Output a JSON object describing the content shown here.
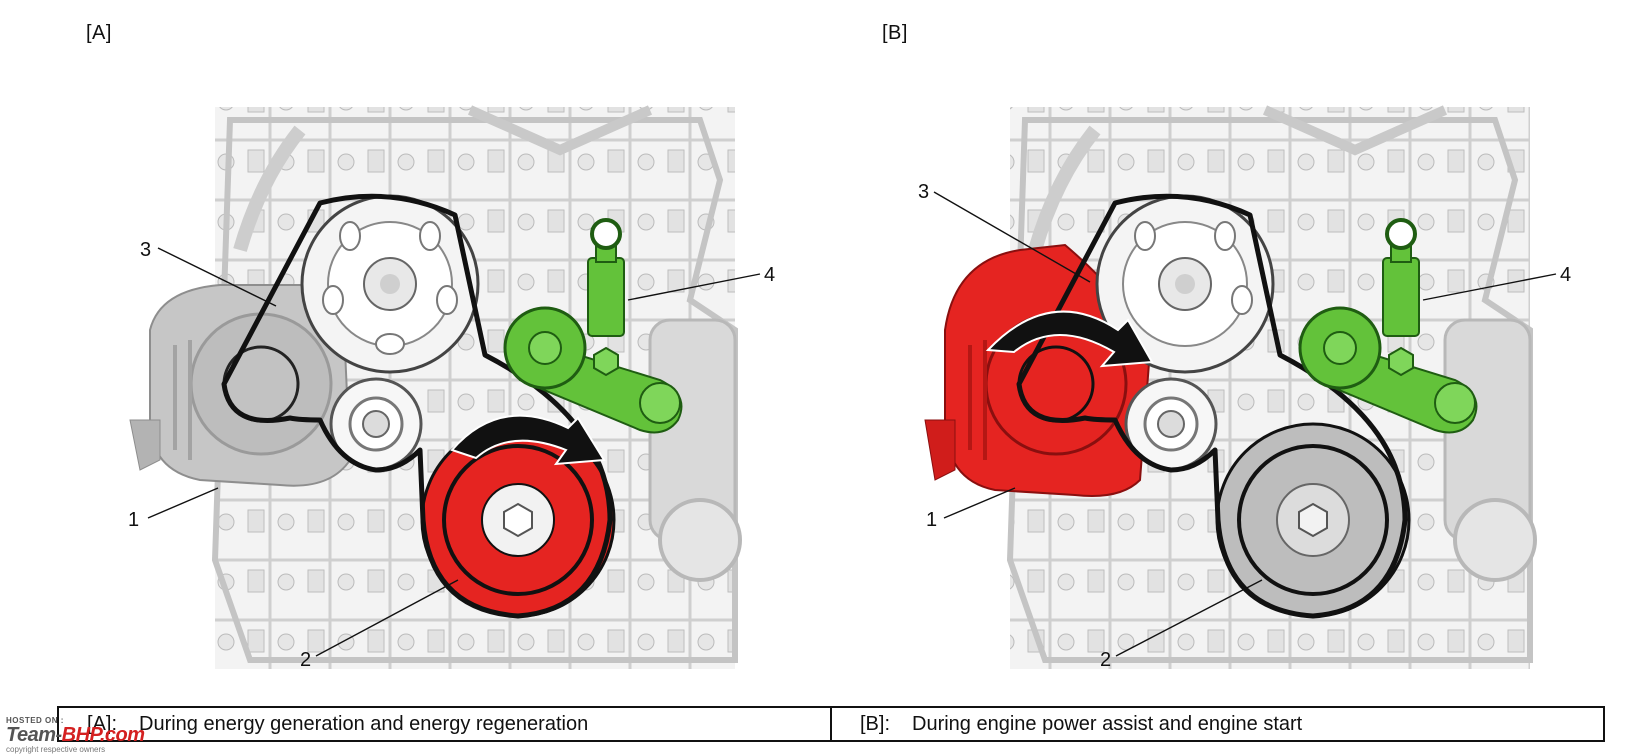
{
  "panels": [
    {
      "tag": "[A]",
      "caption_key": "[A]:",
      "caption_text": "During energy generation and energy regeneration",
      "callouts": [
        "1",
        "2",
        "3",
        "4"
      ],
      "highlight": {
        "driving_part": "2",
        "driving_color": "#e52421"
      },
      "tensioner_color": "#63c23a",
      "idle_color": "#bdbdbd"
    },
    {
      "tag": "[B]",
      "caption_key": "[B]:",
      "caption_text": "During engine power assist and engine start",
      "callouts": [
        "3",
        "4",
        "1",
        "2"
      ],
      "highlight": {
        "driving_part": "1",
        "driving_color": "#e52421"
      },
      "tensioner_color": "#63c23a",
      "idle_color": "#bdbdbd"
    }
  ],
  "watermark": {
    "hosted_on": "HOSTED ON :",
    "brand_a": "Team-",
    "brand_b": "BHP.com",
    "footer": "copyright respective owners"
  }
}
